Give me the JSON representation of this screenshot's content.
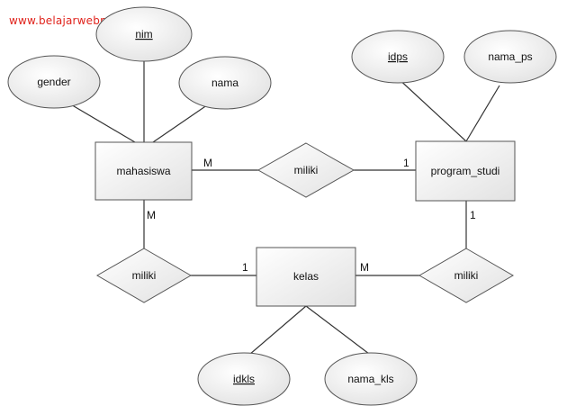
{
  "watermark": {
    "text": "www.belajarwebpedia.com",
    "color": "#e0231c"
  },
  "entities": {
    "mahasiswa": "mahasiswa",
    "program_studi": "program_studi",
    "kelas": "kelas"
  },
  "attributes": {
    "nim": "nim",
    "gender": "gender",
    "nama": "nama",
    "idps": "idps",
    "nama_ps": "nama_ps",
    "idkls": "idkls",
    "nama_kls": "nama_kls"
  },
  "relationships": {
    "mhs_ps": "miliki",
    "mhs_kelas": "miliki",
    "kelas_ps": "miliki"
  },
  "cardinalities": {
    "mhs_ps_mahasiswa": "M",
    "mhs_ps_program_studi": "1",
    "mhs_kelas_mahasiswa": "M",
    "mhs_kelas_kelas": "1",
    "kelas_ps_kelas": "M",
    "kelas_ps_program_studi": "1"
  },
  "colors": {
    "shape_fill_light": "#ffffff",
    "shape_fill_dark": "#e2e2e2",
    "stroke": "#555555",
    "line": "#333333"
  }
}
